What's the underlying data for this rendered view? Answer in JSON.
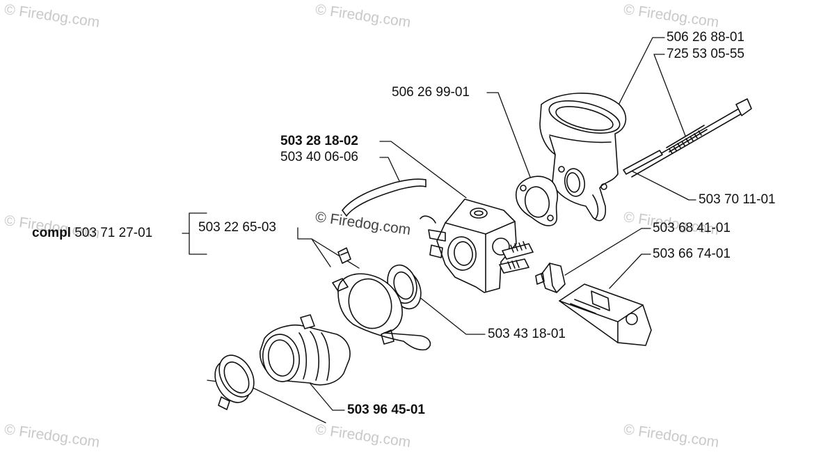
{
  "watermark": "© Firedog.com",
  "parts": {
    "gasket_top": "506 26 88-01",
    "screw": "725 53 05-55",
    "gasket": "506 26 99-01",
    "carburetor": "503 28 18-02",
    "fuel_hose": "503 40 06-06",
    "compl_word": "compl",
    "compl_number": "503 71 27-01",
    "clamp_kit": "503 22 65-03",
    "pin": "503 70 11-01",
    "choke": "503 68 41-01",
    "throttle_rod": "503 66 74-01",
    "seal_ring": "503 43 18-01",
    "intake_boot": "503 96 45-01"
  },
  "colors": {
    "ink": "#111111",
    "watermark": "#c9c9c9"
  }
}
